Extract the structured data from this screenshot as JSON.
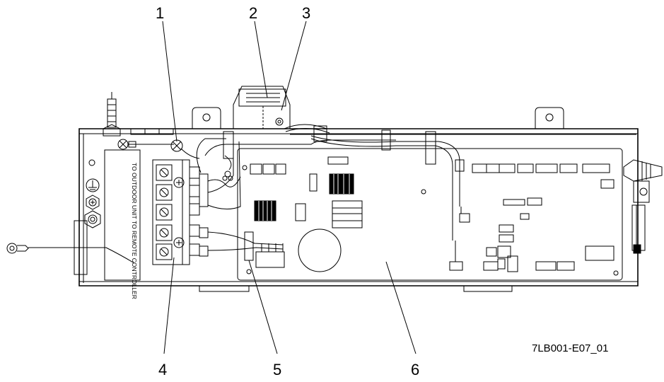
{
  "callouts": [
    "1",
    "2",
    "3",
    "4",
    "5",
    "6"
  ],
  "terminal_labels": {
    "outdoor_unit": "TO OUTDOOR UNIT",
    "remote_controller": "TO REMOTE CONTROLLER"
  },
  "figure_id": "7LB001-E07_01"
}
